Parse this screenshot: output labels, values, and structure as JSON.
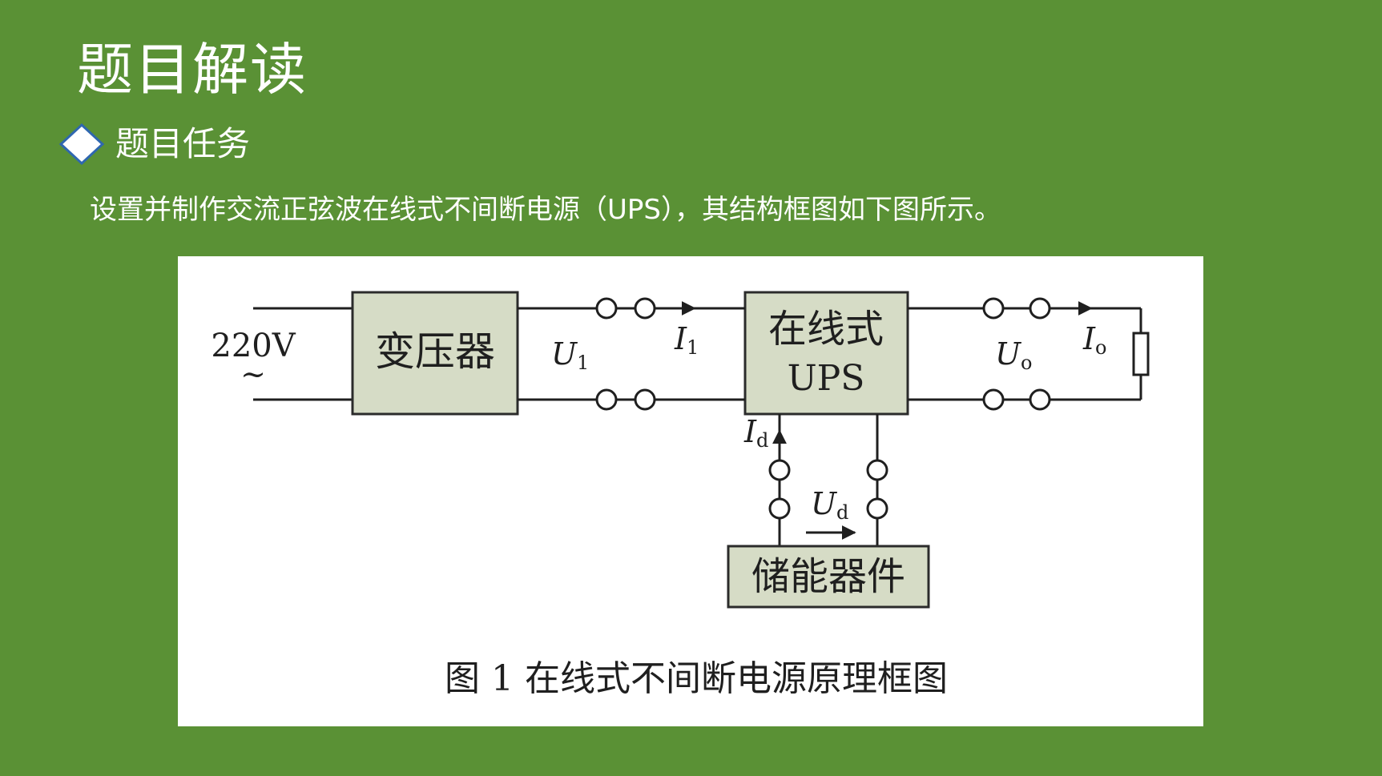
{
  "header": {
    "title": "题目解读",
    "section_title": "题目任务",
    "description": "设置并制作交流正弦波在线式不间断电源（UPS），其结构框图如下图所示。"
  },
  "diagram": {
    "source_label": "220V",
    "source_symbol": "~",
    "blocks": {
      "transformer": "变压器",
      "ups_line1": "在线式",
      "ups_line2": "UPS",
      "storage": "储能器件"
    },
    "labels": {
      "u1_main": "U",
      "u1_sub": "1",
      "i1_main": "I",
      "i1_sub": "1",
      "uo_main": "U",
      "uo_sub": "o",
      "io_main": "I",
      "io_sub": "o",
      "id_main": "I",
      "id_sub": "d",
      "ud_main": "U",
      "ud_sub": "d"
    },
    "caption": "图 1   在线式不间断电源原理框图"
  },
  "colors": {
    "background": "#5a9135",
    "block_fill": "#d6dcc6"
  }
}
